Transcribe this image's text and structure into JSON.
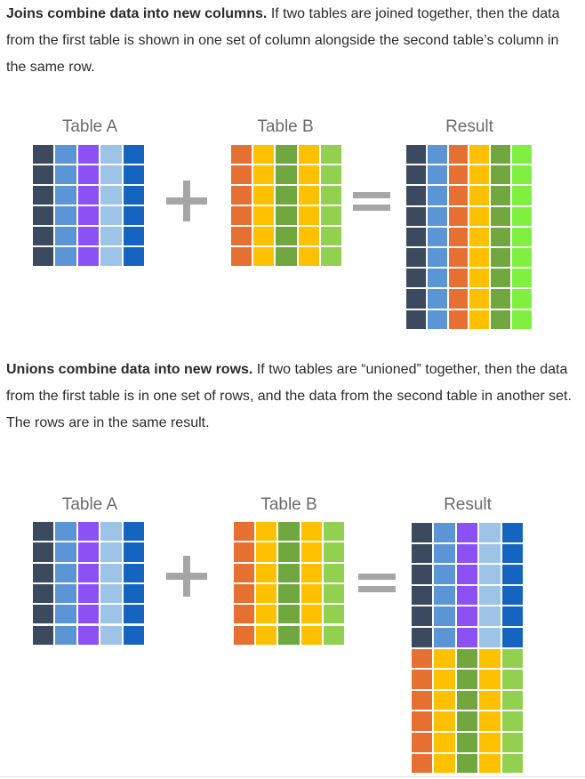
{
  "joins_section": {
    "lead": "Joins combine data into new columns.",
    "text": " If two tables are joined together, then the data from the first table is shown in one set of column alongside the second table’s column in the same row.",
    "table_a_label": "Table A",
    "table_b_label": "Table B",
    "result_label": "Result"
  },
  "unions_section": {
    "lead": "Unions combine data into new rows.",
    "text": " If two tables are “unioned” together, then the data from the first table is in one set of rows, and the data from the second table in another set. The rows are in the same result.",
    "table_a_label": "Table A",
    "table_b_label": "Table B",
    "result_label": "Result"
  },
  "colors": {
    "table_a_columns": [
      "#3b4a5e",
      "#5b95d5",
      "#8b51f5",
      "#9dc3e6",
      "#1565c0"
    ],
    "table_b_columns": [
      "#e66f32",
      "#ffc000",
      "#70a83f",
      "#ffc000",
      "#92d050"
    ],
    "join_result_columns": [
      "#3b4a5e",
      "#5b95d5",
      "#e66f32",
      "#ffc000",
      "#70a83f",
      "#80f040"
    ],
    "operator": "#a6a6a6",
    "label": "#6b6b6b"
  },
  "diagram_icons": [
    "plus-icon",
    "equals-icon"
  ]
}
